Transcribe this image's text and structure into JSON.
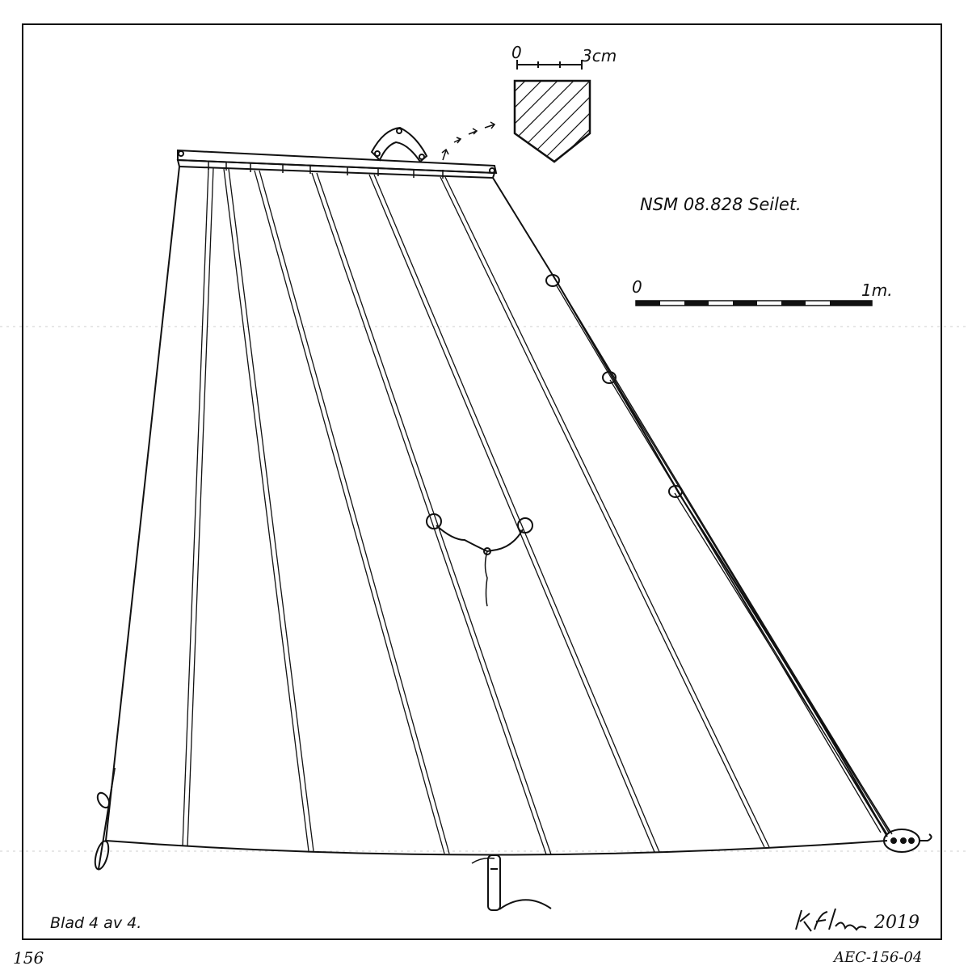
{
  "drawing": {
    "title": "NSM 08.828 Seilet.",
    "sheet_label": "Blad 4 av 4.",
    "signature_year": "2019",
    "catalog_code": "AEC-156-04",
    "margin_number": "156",
    "scale_bar_large": {
      "start_label": "0",
      "end_label": "1m."
    },
    "scale_bar_small": {
      "start_label": "0",
      "end_label": "3cm"
    }
  }
}
